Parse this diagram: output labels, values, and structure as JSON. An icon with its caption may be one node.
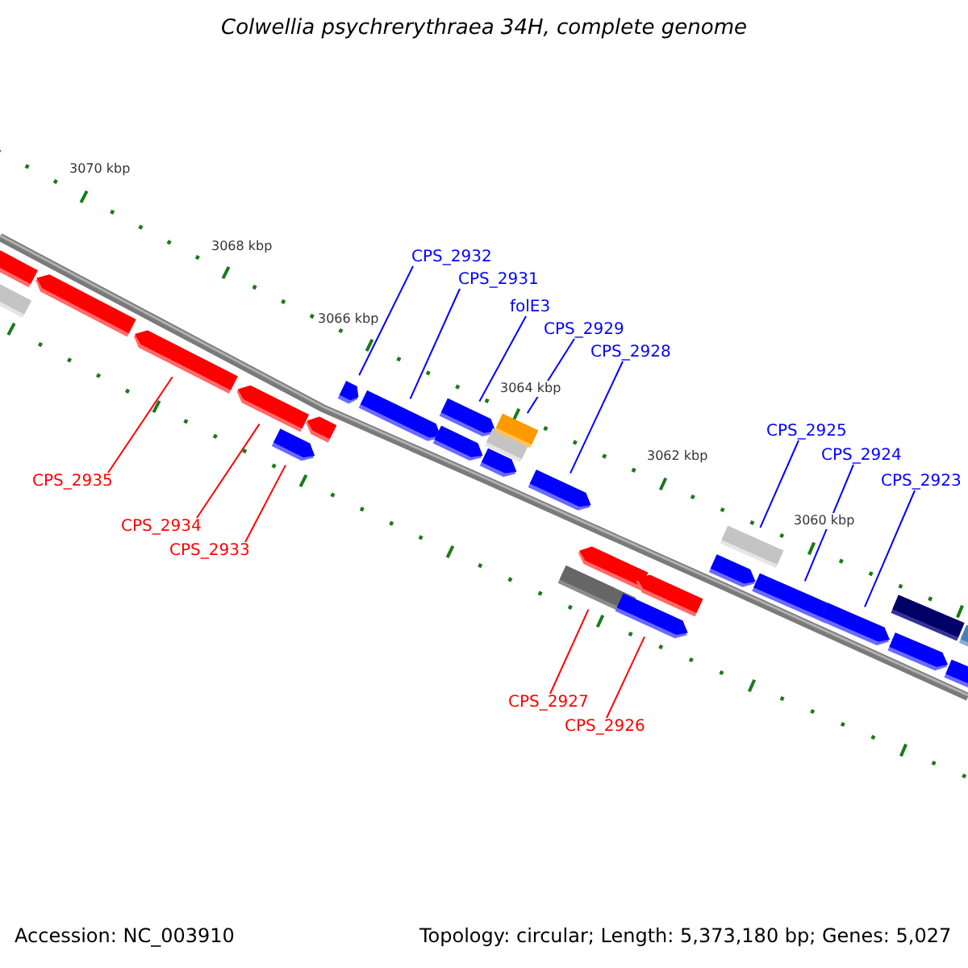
{
  "diagram": {
    "title": "Colwellia psychrerythraea 34H, complete genome",
    "nodes": [
      {
        "text": [
          "CPS_2932"
        ]
      },
      {
        "text": [
          "CPS_2931"
        ]
      },
      {
        "text": [
          "folE3"
        ]
      },
      {
        "text": [
          "CPS_2929"
        ]
      },
      {
        "text": [
          "CPS_2928"
        ]
      },
      {
        "text": [
          "CPS_2925"
        ]
      },
      {
        "text": [
          "CPS_2924"
        ]
      },
      {
        "text": [
          "CPS_2935"
        ]
      },
      {
        "text": [
          "CPS_2923"
        ]
      },
      {
        "text": [
          "CPS_2934"
        ]
      },
      {
        "text": [
          "CPS_2933"
        ]
      },
      {
        "text": [
          "CPS_2927"
        ]
      },
      {
        "text": [
          "CPS_2926"
        ]
      }
    ],
    "edges": [
      {
        "from": 0,
        "to": null,
        "arrow": "none"
      },
      {
        "from": 1,
        "to": null,
        "arrow": "none"
      },
      {
        "from": 2,
        "to": null,
        "arrow": "none"
      },
      {
        "from": 3,
        "to": null,
        "arrow": "none"
      },
      {
        "from": 4,
        "to": null,
        "arrow": "none"
      },
      {
        "from": 5,
        "to": null,
        "arrow": "none"
      },
      {
        "from": 6,
        "to": null,
        "arrow": "none"
      },
      {
        "from": 7,
        "to": null,
        "arrow": "none",
        "color": "#ff0000"
      },
      {
        "from": 8,
        "to": null,
        "arrow": "none"
      },
      {
        "from": 9,
        "to": null,
        "arrow": "none",
        "color": "#ff0000"
      },
      {
        "from": 10,
        "to": null,
        "arrow": "none",
        "color": "#ff0000"
      },
      {
        "from": 11,
        "to": null,
        "arrow": "none",
        "color": "#ff0000"
      },
      {
        "from": 12,
        "to": null,
        "arrow": "none",
        "color": "#ff0000"
      }
    ],
    "labels": [
      "3070 kbp",
      "3068 kbp",
      "3066 kbp",
      "3064 kbp",
      "3062 kbp",
      "3060 kbp",
      "Accession: NC_003910",
      "Topology: circular; Length: 5,373,180 bp; Genes: 5,027"
    ]
  }
}
